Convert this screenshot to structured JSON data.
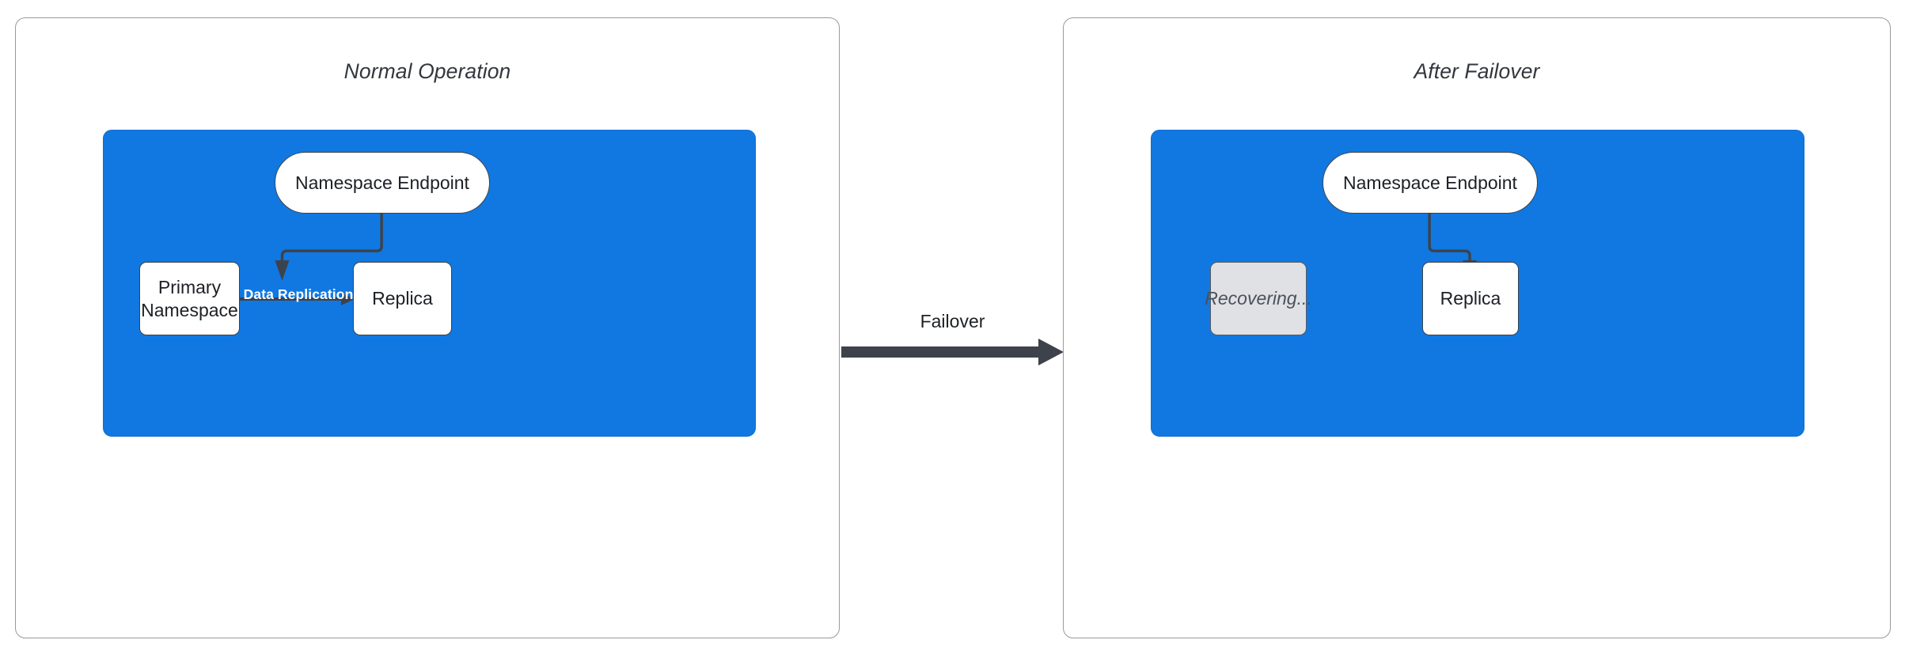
{
  "diagram": {
    "type": "failover-architecture-diagram",
    "colors": {
      "blue_region": "#1078e0",
      "node_border": "#3d424b",
      "node_fill": "#ffffff",
      "dim_node_fill": "#dfe1e5",
      "panel_border": "#9a9a9a",
      "edge": "#3d424b",
      "replication_label": "#ffffff",
      "title_text": "#33373d"
    },
    "panels": [
      {
        "id": "normal",
        "title": "Normal Operation",
        "nodes": [
          {
            "id": "endpoint-left",
            "label": "Namespace Endpoint",
            "shape": "stadium",
            "state": "active"
          },
          {
            "id": "primary",
            "label": "Primary\nNamespace",
            "shape": "rect",
            "state": "active"
          },
          {
            "id": "replica-left",
            "label": "Replica",
            "shape": "rect",
            "state": "active"
          }
        ],
        "edges": [
          {
            "from": "endpoint-left",
            "to": "primary",
            "label": "",
            "style": "elbow-arrow"
          },
          {
            "from": "primary",
            "to": "replica-left",
            "label": "Data Replication",
            "style": "straight-arrow"
          }
        ]
      },
      {
        "id": "after",
        "title": "After Failover",
        "nodes": [
          {
            "id": "endpoint-right",
            "label": "Namespace Endpoint",
            "shape": "stadium",
            "state": "active"
          },
          {
            "id": "recovering",
            "label": "Recovering...",
            "shape": "rect",
            "state": "dimmed"
          },
          {
            "id": "replica-right",
            "label": "Replica",
            "shape": "rect",
            "state": "active"
          }
        ],
        "edges": [
          {
            "from": "endpoint-right",
            "to": "replica-right",
            "label": "",
            "style": "elbow-arrow"
          }
        ]
      }
    ],
    "transition": {
      "label": "Failover",
      "from_panel": "normal",
      "to_panel": "after",
      "style": "thick-arrow"
    }
  }
}
